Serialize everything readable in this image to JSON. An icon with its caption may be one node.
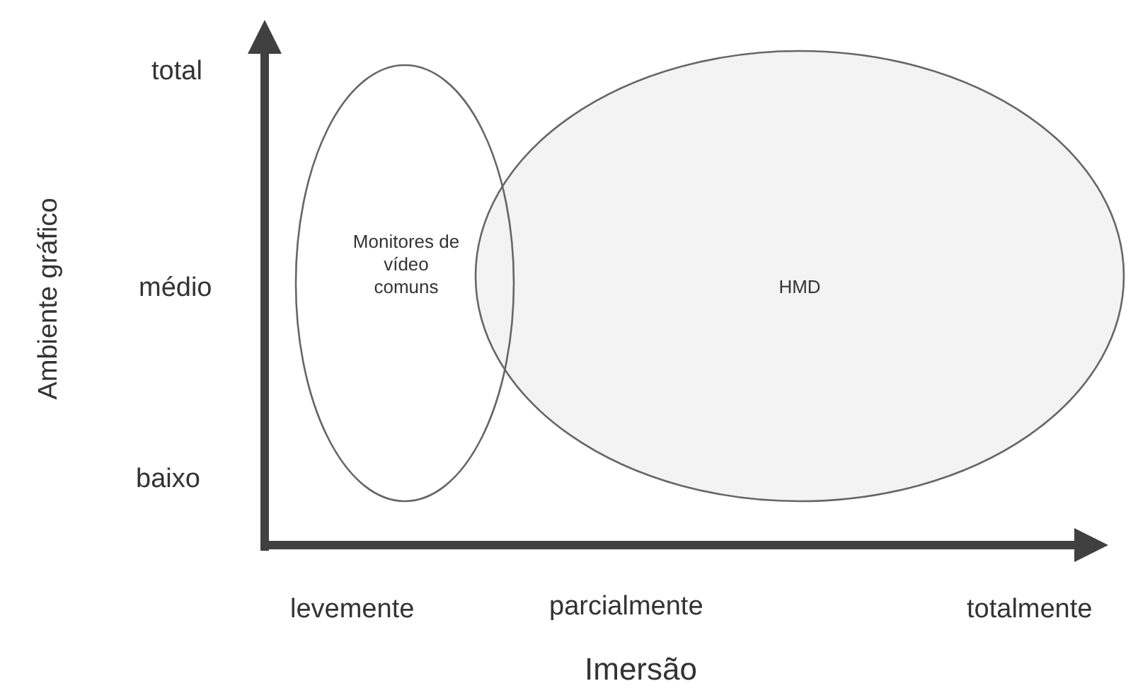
{
  "diagram": {
    "nodes": [
      {
        "text": [
          "Monitores de vídeo comuns"
        ]
      },
      {
        "text": [
          "HMD"
        ]
      }
    ],
    "labels": [
      "total",
      "médio",
      "baixo",
      "Ambiente gráfico",
      "levemente",
      "parcialmente",
      "totalmente",
      "Imersão"
    ]
  }
}
